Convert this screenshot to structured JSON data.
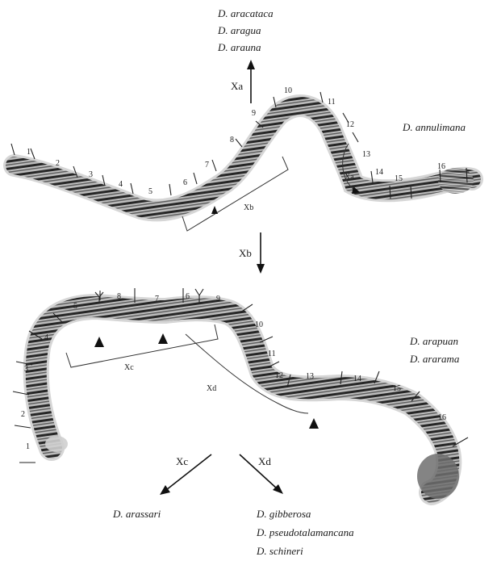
{
  "top": {
    "species": "D. annulimana",
    "band_numbers": [
      "1",
      "2",
      "3",
      "4",
      "5",
      "6",
      "7",
      "8",
      "9",
      "10",
      "11",
      "12",
      "13",
      "14",
      "15",
      "16"
    ],
    "inversion_labels": {
      "xa_upper": "Xa",
      "xa_inner": "Xa",
      "xb_bracket": "Xb"
    },
    "xa_descendants": [
      "D. aracataca",
      "D. aragua",
      "D. arauna"
    ]
  },
  "transition": {
    "label": "Xb"
  },
  "bottom": {
    "species": [
      "D. arapuan",
      "D. ararama"
    ],
    "band_numbers_left": [
      "1",
      "2",
      "3",
      "4",
      "5",
      "8",
      "7",
      "6"
    ],
    "band_numbers_right": [
      "9",
      "10",
      "11",
      "12",
      "13",
      "14",
      "15",
      "16"
    ],
    "inversion_labels": {
      "xc_bracket": "Xc",
      "xd_bracket": "Xd"
    }
  },
  "derived": {
    "xc": {
      "label": "Xc",
      "species": [
        "D. arassari"
      ]
    },
    "xd": {
      "label": "Xd",
      "species": [
        "D. gibberosa",
        "D. pseudotalamancana",
        "D. schineri"
      ]
    }
  }
}
